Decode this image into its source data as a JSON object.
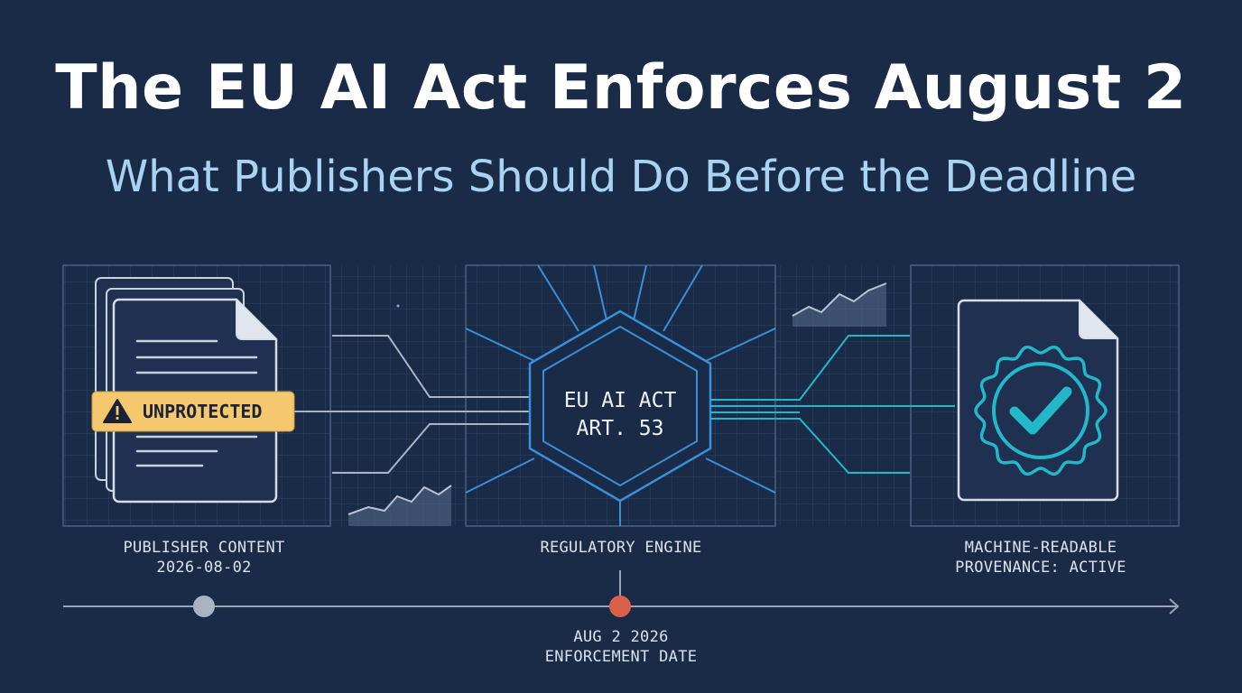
{
  "header": {
    "title": "The EU AI Act Enforces August 2",
    "subtitle": "What Publishers Should Do Before the Deadline"
  },
  "publisher_panel": {
    "warning_badge": "UNPROTECTED",
    "caption_line1": "PUBLISHER CONTENT",
    "caption_line2": "2026-08-02"
  },
  "engine_panel": {
    "hex_line1": "EU AI ACT",
    "hex_line2": "ART. 53",
    "caption": "REGULATORY ENGINE"
  },
  "provenance_panel": {
    "caption_line1": "MACHINE-READABLE",
    "caption_line2": "PROVENANCE: ACTIVE"
  },
  "timeline": {
    "date_line1": "AUG 2 2026",
    "date_line2": "ENFORCEMENT DATE"
  },
  "colors": {
    "background": "#1a2b48",
    "warning": "#f5c86e",
    "accent_blue": "#3a8fd6",
    "accent_teal": "#22b8c8",
    "deadline_marker": "#d9604a"
  }
}
